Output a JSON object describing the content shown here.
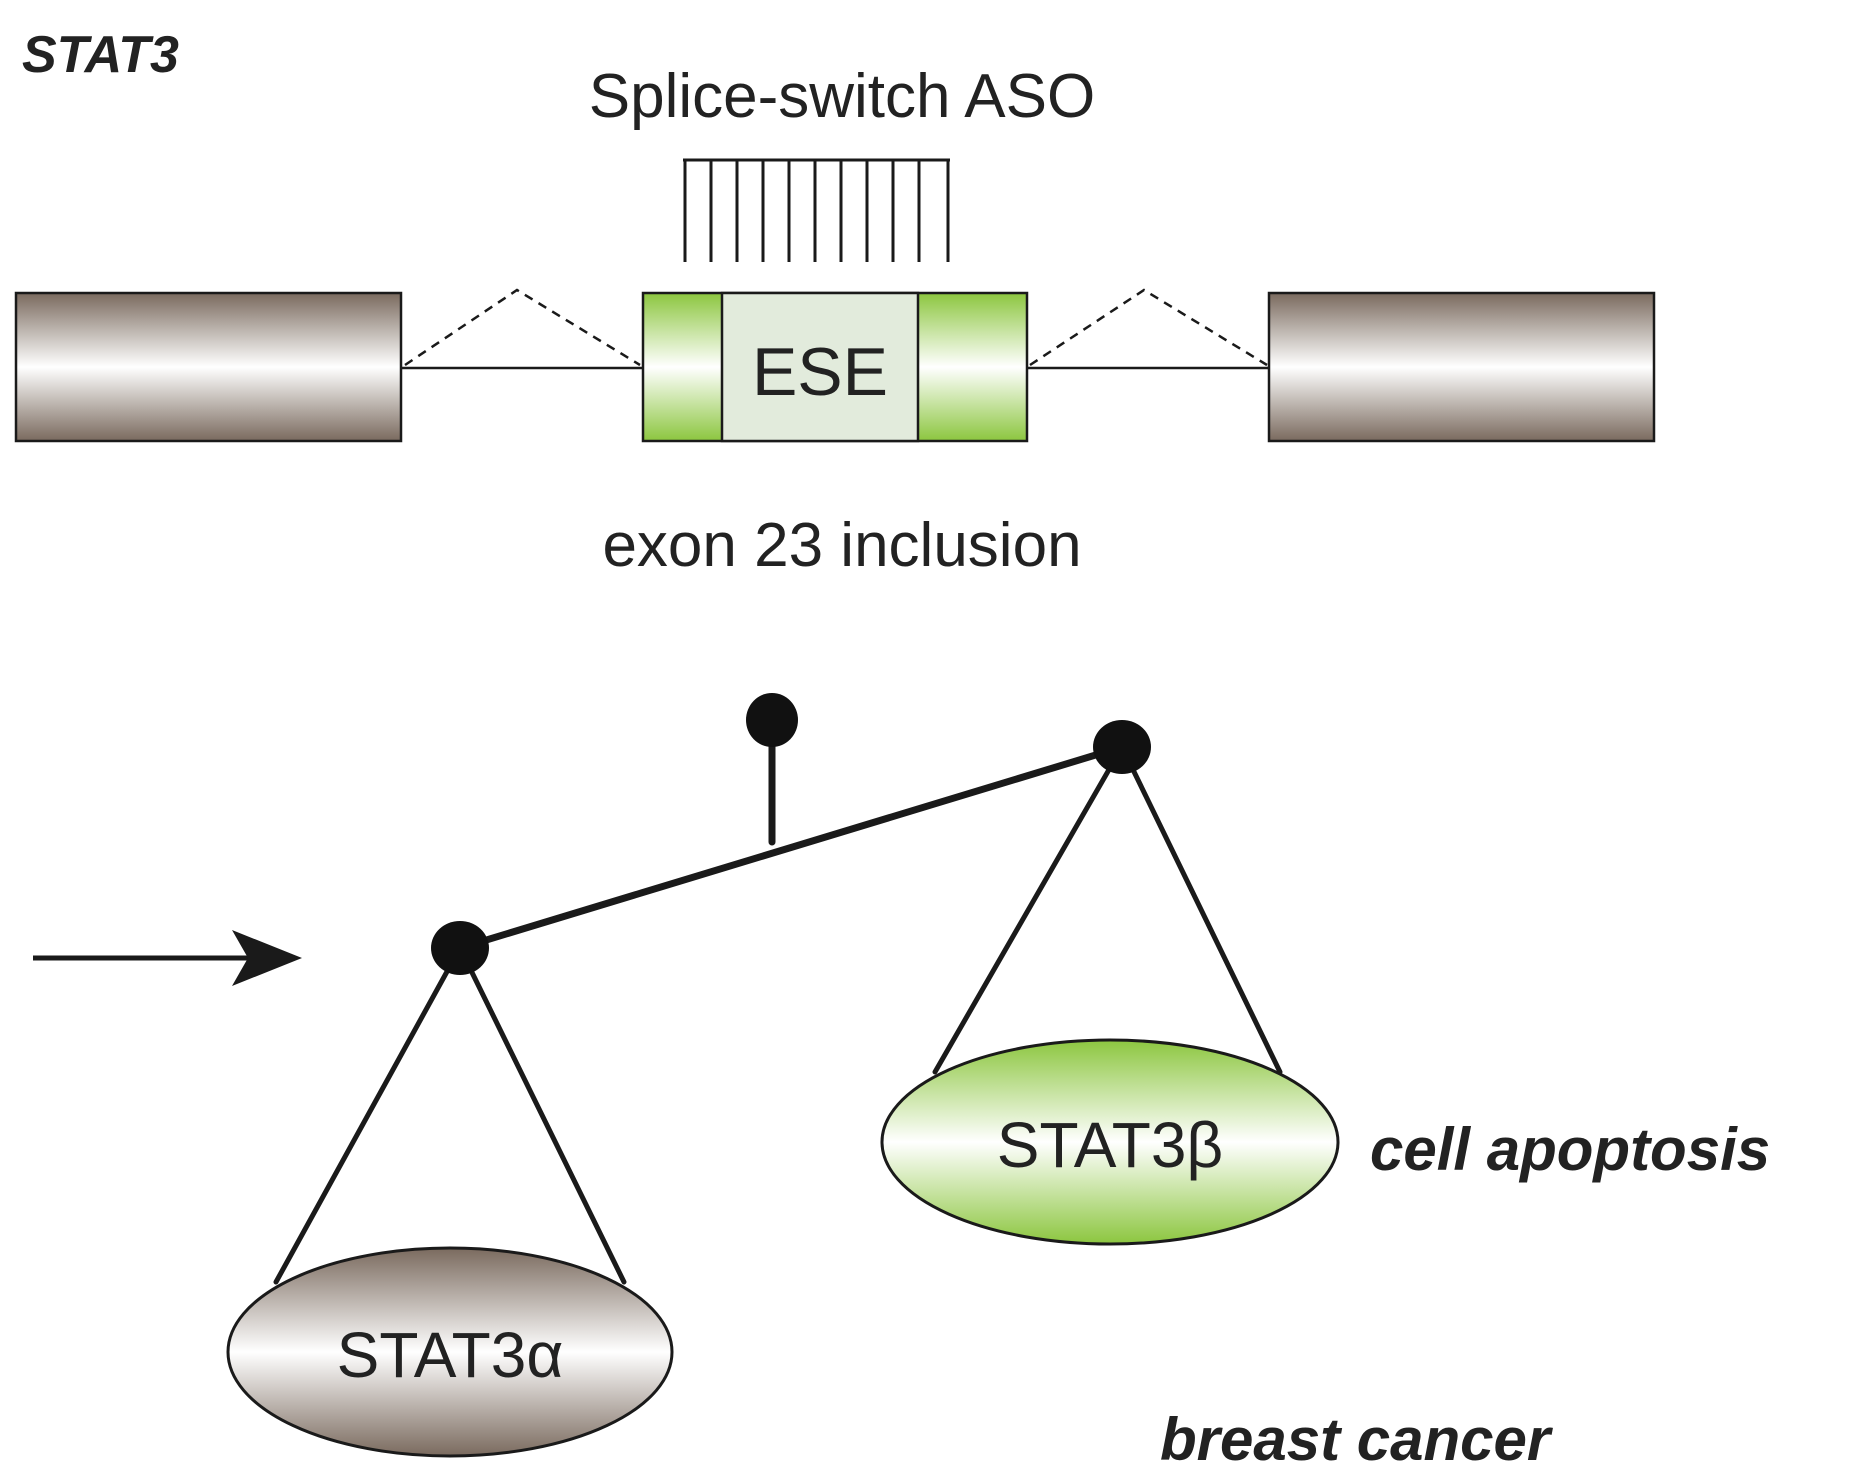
{
  "gene_label": "STAT3",
  "aso_label": "Splice-switch ASO",
  "ese_label": "ESE",
  "inclusion_label": "exon 23 inclusion",
  "isoform_alpha_label": "STAT3α",
  "isoform_beta_label": "STAT3β",
  "outcome_beta_label": "cell apoptosis",
  "outcome_alpha_label": "breast cancer",
  "colors": {
    "exon_brown": "#7a6a5e",
    "exon_green": "#8cc63f",
    "ese_fill": "#e2ebdc",
    "line": "#1a1a1a"
  },
  "icons": {
    "shift_arrow": "right-arrow-icon",
    "aso": "comb-aso-icon"
  }
}
